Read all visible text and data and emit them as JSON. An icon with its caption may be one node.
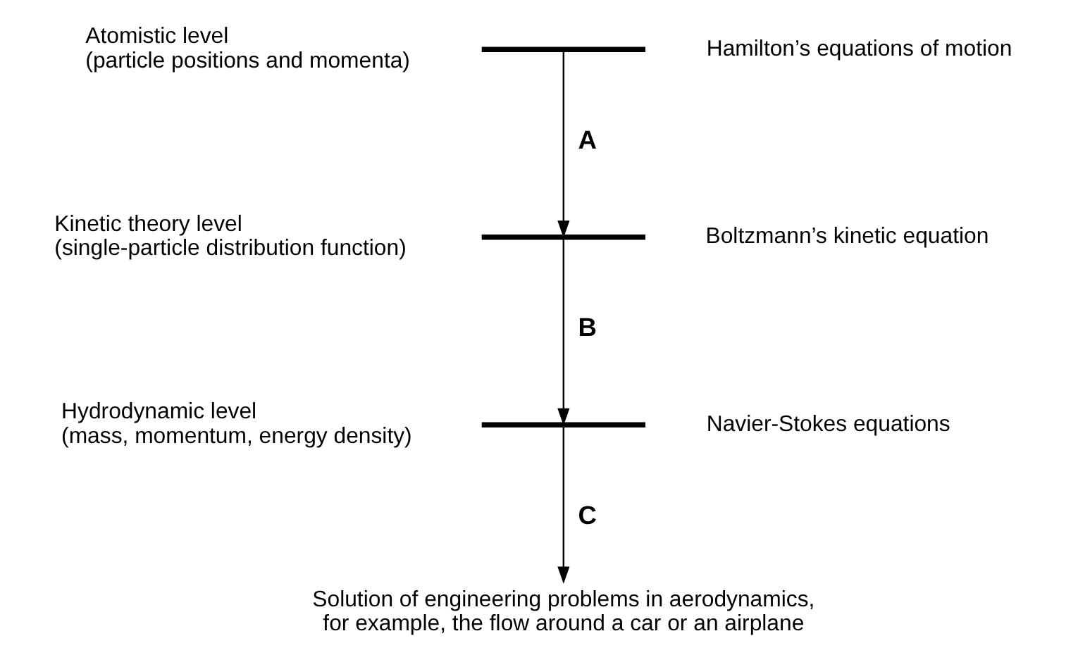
{
  "diagram": {
    "nodes": [
      {
        "text": [],
        "shape": "bar",
        "beside": [
          "Atomistic level",
          "(particle positions and momenta)",
          "Hamilton’s equations of motion"
        ]
      },
      {
        "text": [],
        "shape": "bar",
        "beside": [
          "Kinetic theory level",
          "(single-particle distribution function)",
          "Boltzmann’s kinetic equation"
        ]
      },
      {
        "text": [],
        "shape": "bar",
        "beside": [
          "Hydrodynamic level",
          "(mass, momentum, energy density)",
          "Navier-Stokes equations"
        ]
      },
      {
        "text": [
          "Solution of engineering problems in aerodynamics, for example, the flow around a car or an airplane"
        ]
      }
    ],
    "edges": [
      {
        "from": 0,
        "to": 1,
        "arrow": "to",
        "label": "A"
      },
      {
        "from": 1,
        "to": 2,
        "arrow": "to",
        "label": "B"
      },
      {
        "from": 2,
        "to": 3,
        "arrow": "to",
        "label": "C"
      }
    ]
  }
}
